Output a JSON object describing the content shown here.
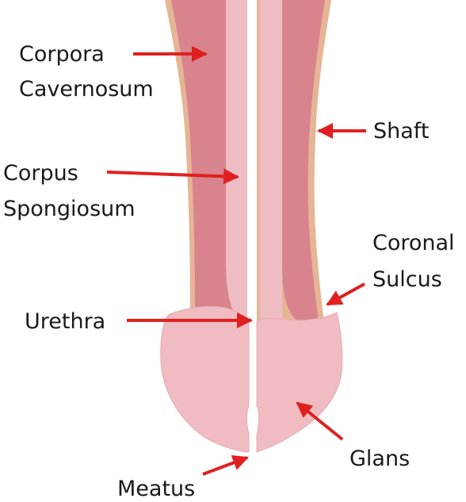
{
  "colors": {
    "skin": "#e6b595",
    "cavernosum": "#d8838d",
    "spongiosum": "#eebdc3",
    "glans": "#f0bcc2",
    "glans_edge": "#e6aab2",
    "arrow": "#e02020",
    "text": "#1a1a1a"
  },
  "labels": {
    "corpora_cavernosum": [
      "Corpora",
      "Cavernosum"
    ],
    "corpus_spongiosum": [
      "Corpus",
      "Spongiosum"
    ],
    "urethra": "Urethra",
    "meatus": "Meatus",
    "shaft": "Shaft",
    "coronal_sulcus": [
      "Coronal",
      "Sulcus"
    ],
    "glans": "Glans"
  }
}
